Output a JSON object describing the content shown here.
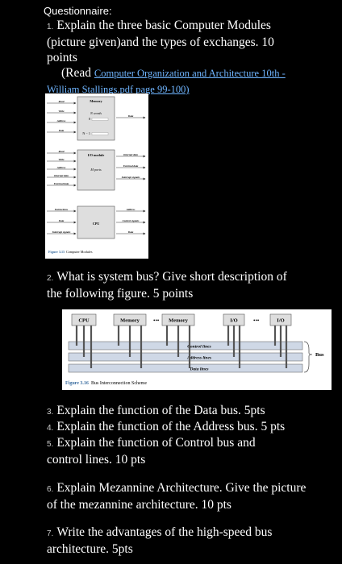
{
  "heading": "Questionnaire:",
  "q1": {
    "num": "1.",
    "text": "Explain the three basic Computer Modules (picture given)and the types of exchanges. 10 points",
    "read_prefix": "(Read",
    "link": "Computer Organization and Architecture 10th - William Stallings.pdf page 99-100)"
  },
  "fig1": {
    "caption_num": "Figure 3.15",
    "caption_text": "Computer Modules",
    "memory": {
      "title": "Memory",
      "words": "N words",
      "first": "0",
      "last": "N − 1",
      "inputs": [
        "Read",
        "Write",
        "Address",
        "Data"
      ],
      "outputs": [
        "Data"
      ]
    },
    "io": {
      "title": "I/O module",
      "ports": "M ports",
      "inputs": [
        "Read",
        "Write",
        "Address",
        "Internal data",
        "External data"
      ],
      "outputs": [
        "Internal data",
        "External data",
        "Interrupt signals"
      ]
    },
    "cpu": {
      "title": "CPU",
      "inputs": [
        "Instructions",
        "Data",
        "Interrupt signals"
      ],
      "outputs": [
        "Address",
        "Control signals",
        "Data"
      ]
    }
  },
  "q2": {
    "num": "2.",
    "text": "What is system bus? Give short description of the following figure. 5 points"
  },
  "fig2": {
    "modules": [
      "CPU",
      "Memory",
      "Memory",
      "I/O",
      "I/O"
    ],
    "ellipsis": "•••",
    "lines": [
      "Control lines",
      "Address lines",
      "Data lines"
    ],
    "bus_label": "Bus",
    "caption_num": "Figure 3.16",
    "caption_text": "Bus Interconnection Scheme"
  },
  "q3": {
    "num": "3.",
    "text": "Explain the function of the Data bus. 5pts"
  },
  "q4": {
    "num": "4.",
    "text": "Explain the function of the Address bus. 5 pts"
  },
  "q5": {
    "num": "5.",
    "text": "Explain the function of Control bus and control lines. 10 pts"
  },
  "q6": {
    "num": "6.",
    "text": "Explain Mezannine Architecture. Give the picture of the mezannine architecture.  10 pts"
  },
  "q7": {
    "num": "7.",
    "text": "Write the advantages of the high-speed bus architecture. 5pts"
  }
}
